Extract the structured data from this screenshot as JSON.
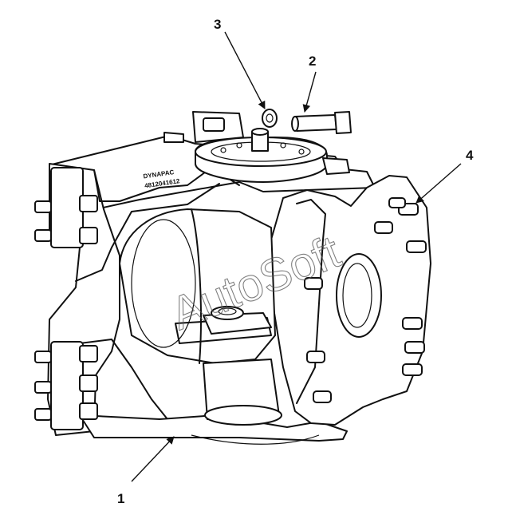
{
  "callouts": [
    {
      "id": "1",
      "label": "1"
    },
    {
      "id": "2",
      "label": "2"
    },
    {
      "id": "3",
      "label": "3"
    },
    {
      "id": "4",
      "label": "4"
    }
  ],
  "watermark": "AutoSoft",
  "part_stamp": {
    "line1": "DYNAPAC",
    "line2": "4812041612"
  }
}
